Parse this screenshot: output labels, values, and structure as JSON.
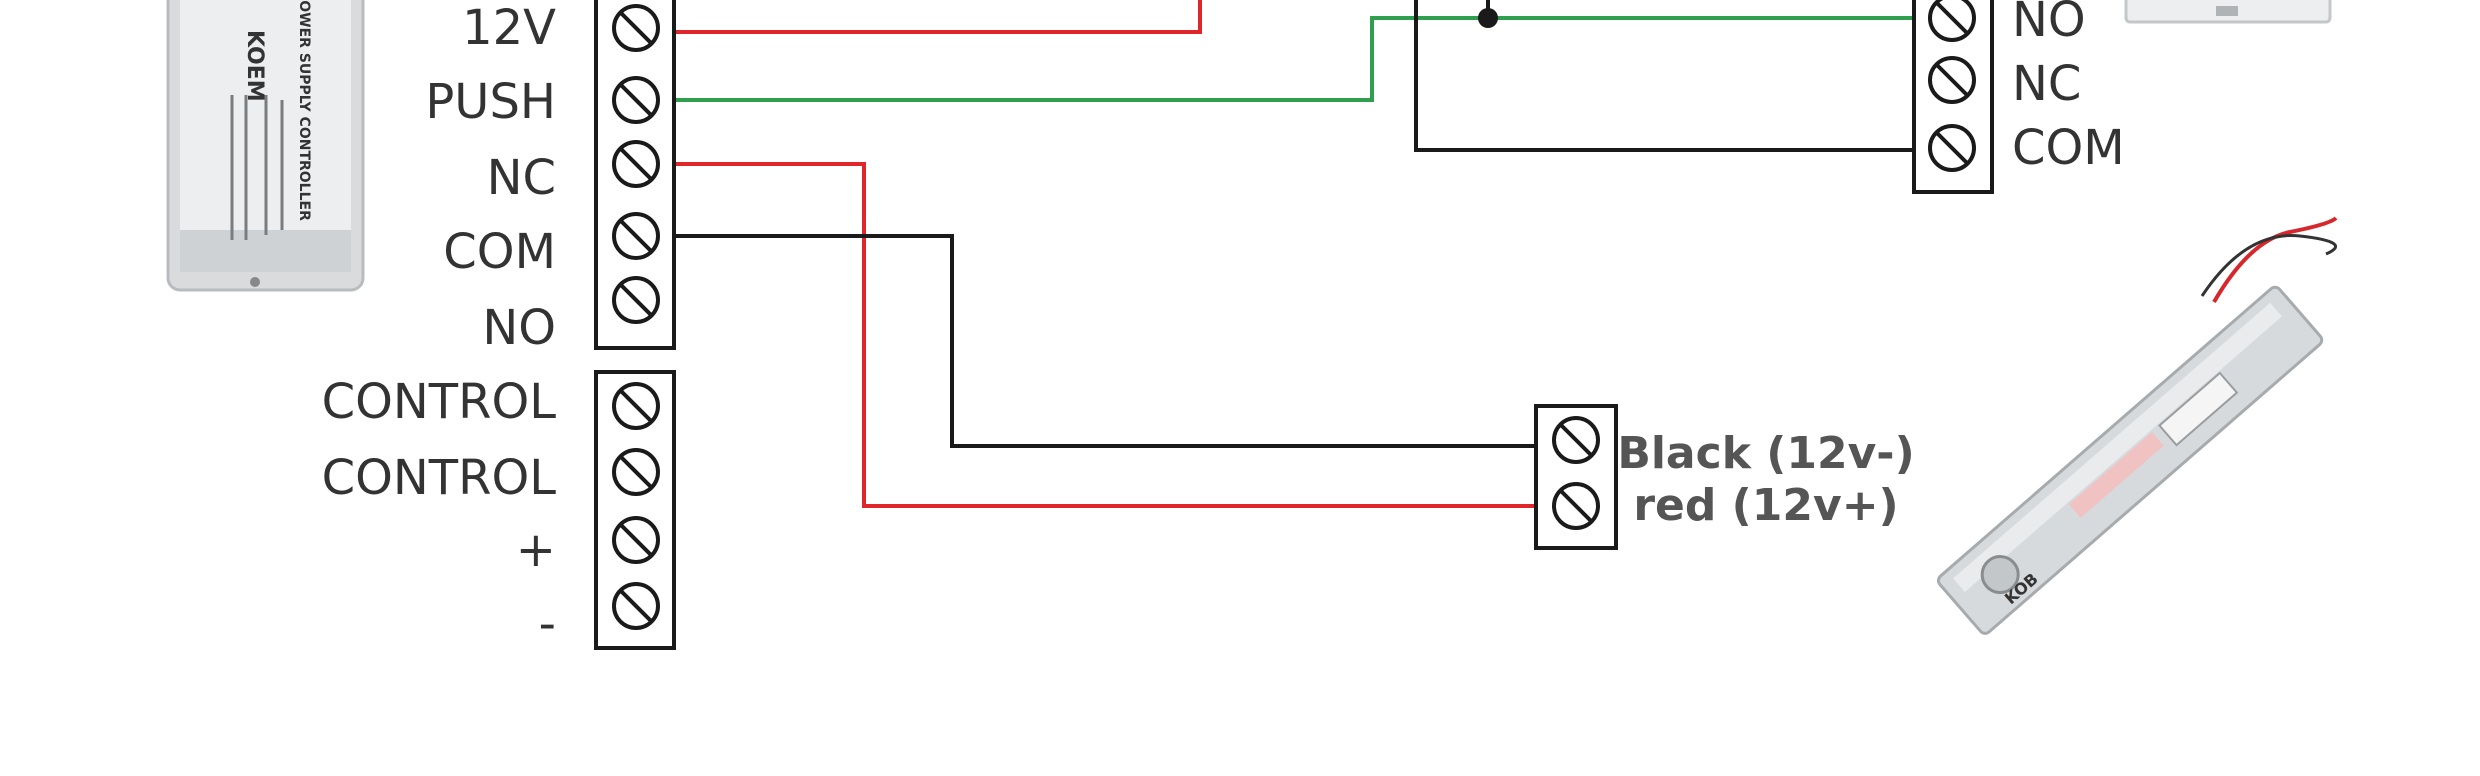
{
  "controller": {
    "brand": "KOEM",
    "model": "POWER SUPPLY CONTROLLER",
    "upper_block": [
      "12V",
      "PUSH",
      "NC",
      "COM",
      "NO"
    ],
    "lower_block": [
      "CONTROL",
      "CONTROL",
      "+",
      "-"
    ]
  },
  "button_terminal": {
    "labels": [
      "NO",
      "NC",
      "COM"
    ]
  },
  "lock_terminal": {
    "labels": [
      "Black (12v-)",
      "red (12v+)"
    ]
  },
  "lock_device": {
    "brand": "KOB"
  },
  "colors": {
    "red_wire": "#e0252b",
    "green_wire": "#2f9e4f",
    "black_wire": "#1a1a1a"
  }
}
